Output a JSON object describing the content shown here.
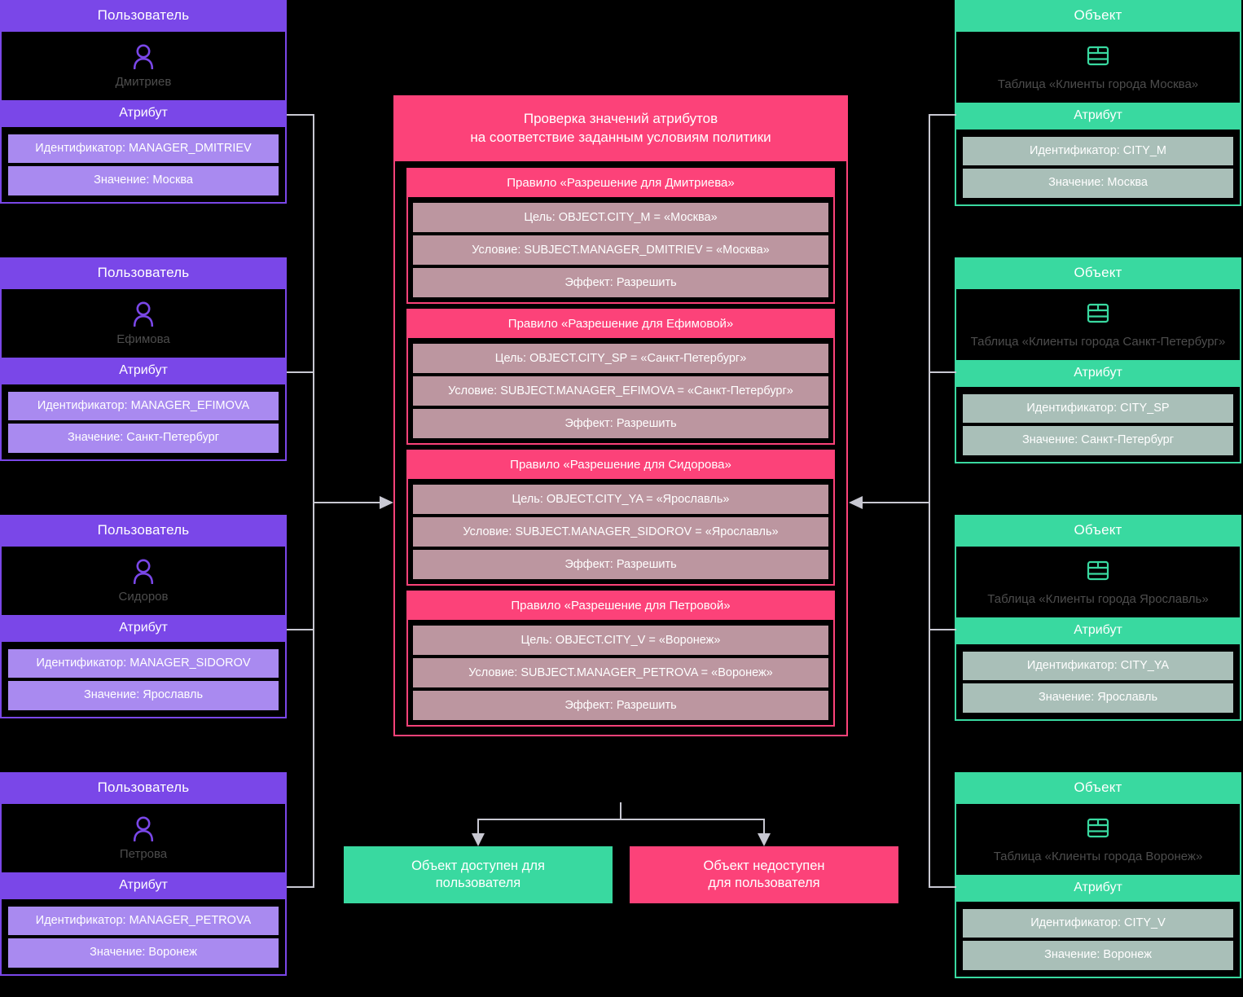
{
  "users": [
    {
      "header": "Пользователь",
      "icon": "person-icon",
      "name": "Дмитриев",
      "attribute_header": "Атрибут",
      "identifier": "Идентификатор: MANAGER_DMITRIEV",
      "value": "Значение: Москва"
    },
    {
      "header": "Пользователь",
      "icon": "person-icon",
      "name": "Ефимова",
      "attribute_header": "Атрибут",
      "identifier": "Идентификатор: MANAGER_EFIMOVA",
      "value": "Значение: Санкт-Петербург"
    },
    {
      "header": "Пользователь",
      "icon": "person-icon",
      "name": "Сидоров",
      "attribute_header": "Атрибут",
      "identifier": "Идентификатор: MANAGER_SIDOROV",
      "value": "Значение: Ярославль"
    },
    {
      "header": "Пользователь",
      "icon": "person-icon",
      "name": "Петрова",
      "attribute_header": "Атрибут",
      "identifier": "Идентификатор: MANAGER_PETROVA",
      "value": "Значение: Воронеж"
    }
  ],
  "objects": [
    {
      "header": "Объект",
      "icon": "table-icon",
      "name": "Таблица «Клиенты города Москва»",
      "attribute_header": "Атрибут",
      "identifier": "Идентификатор: CITY_M",
      "value": "Значение: Москва"
    },
    {
      "header": "Объект",
      "icon": "table-icon",
      "name": "Таблица «Клиенты города Санкт-Петербург»",
      "attribute_header": "Атрибут",
      "identifier": "Идентификатор: CITY_SP",
      "value": "Значение: Санкт-Петербург"
    },
    {
      "header": "Объект",
      "icon": "table-icon",
      "name": "Таблица «Клиенты города Ярославль»",
      "attribute_header": "Атрибут",
      "identifier": "Идентификатор: CITY_YA",
      "value": "Значение: Ярославль"
    },
    {
      "header": "Объект",
      "icon": "table-icon",
      "name": "Таблица «Клиенты города Воронеж»",
      "attribute_header": "Атрибут",
      "identifier": "Идентификатор: CITY_V",
      "value": "Значение: Воронеж"
    }
  ],
  "policy": {
    "title": "Проверка значений атрибутов\nна соответствие заданным условиям политики",
    "title_line1": "Проверка значений атрибутов",
    "title_line2": "на соответствие заданным условиям политики",
    "rules": [
      {
        "title": "Правило «Разрешение для Дмитриева»",
        "target": "Цель: OBJECT.CITY_M = «Москва»",
        "condition": "Условие: SUBJECT.MANAGER_DMITRIEV = «Москва»",
        "effect": "Эффект: Разрешить"
      },
      {
        "title": "Правило «Разрешение для Ефимовой»",
        "target": "Цель: OBJECT.CITY_SP = «Санкт-Петербург»",
        "condition": "Условие: SUBJECT.MANAGER_EFIMOVA = «Санкт-Петербург»",
        "effect": "Эффект: Разрешить"
      },
      {
        "title": "Правило «Разрешение для Сидорова»",
        "target": "Цель: OBJECT.CITY_YA = «Ярославль»",
        "condition": "Условие: SUBJECT.MANAGER_SIDOROV = «Ярославль»",
        "effect": "Эффект: Разрешить"
      },
      {
        "title": "Правило «Разрешение для Петровой»",
        "target": "Цель: OBJECT.CITY_V = «Воронеж»",
        "condition": "Условие: SUBJECT.MANAGER_PETROVA = «Воронеж»",
        "effect": "Эффект: Разрешить"
      }
    ]
  },
  "outcomes": {
    "allow_line1": "Объект доступен для",
    "allow_line2": "пользователя",
    "deny_line1": "Объект недоступен",
    "deny_line2": "для пользователя"
  },
  "colors": {
    "background": "#000000",
    "user_accent": "#7a47e8",
    "user_chip": "#a98af0",
    "object_accent": "#39d9a0",
    "object_chip": "#a9bfb8",
    "policy_accent": "#fc4279",
    "rule_chip": "#bc96a0",
    "connector": "#c8c8d2",
    "entity_name_text": "#4d4d4d"
  }
}
